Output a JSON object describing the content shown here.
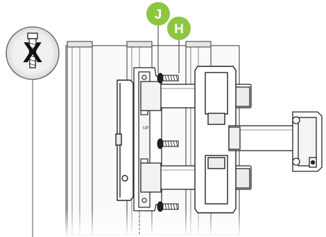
{
  "callouts": {
    "j_label": "J",
    "h_label": "H",
    "badge_color": "#8dc63f",
    "x_mark": "X"
  },
  "bracket": {
    "up_marker": "UP"
  },
  "icons": {
    "prohibition": "no-wall-anchor-icon",
    "screw": "lag-screw-icon",
    "washer": "washer-icon"
  }
}
